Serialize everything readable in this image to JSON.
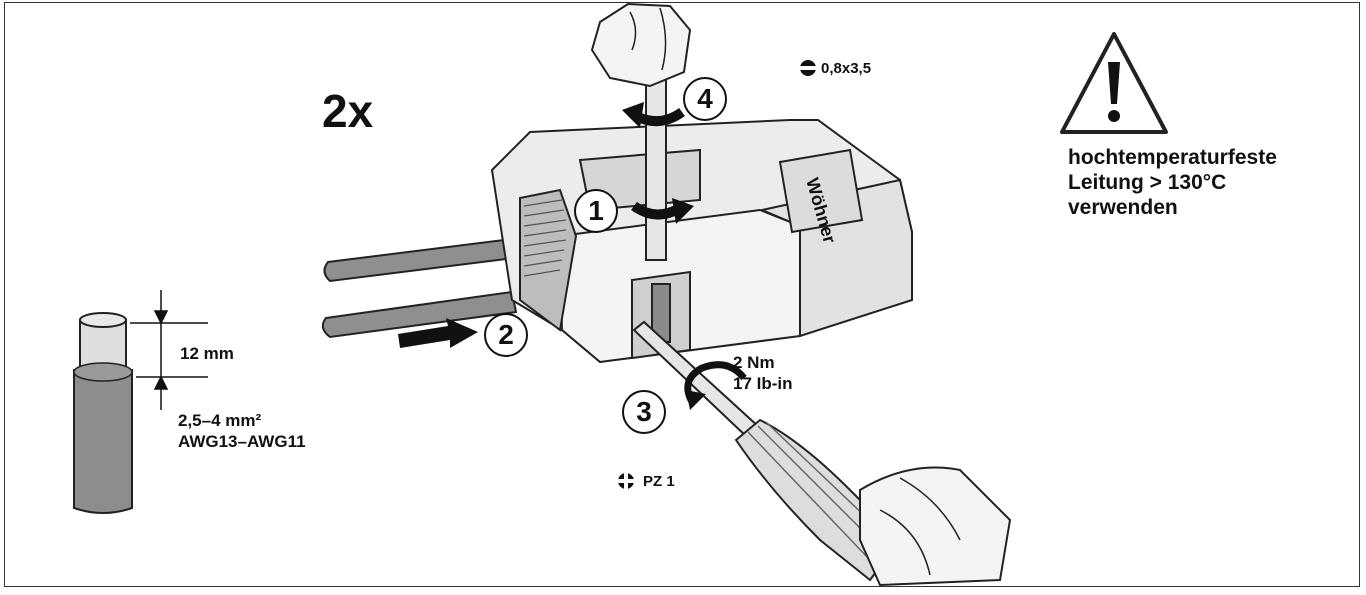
{
  "diagram": {
    "multiplier": "2x",
    "steps": [
      "1",
      "2",
      "3",
      "4"
    ],
    "torque": {
      "line1": "2 Nm",
      "line2": "17 Ib-in"
    },
    "tools": {
      "flat_blade": "0,8x3,5",
      "pozidriv": "PZ 1"
    },
    "cable": {
      "strip_length": "12 mm",
      "cross_section": "2,5–4 mm²",
      "awg": "AWG13–AWG11"
    },
    "warning": {
      "line1": "hochtemperaturfeste",
      "line2": "Leitung  > 130°C",
      "line3": "verwenden"
    },
    "device_brand": "Wöhner"
  }
}
